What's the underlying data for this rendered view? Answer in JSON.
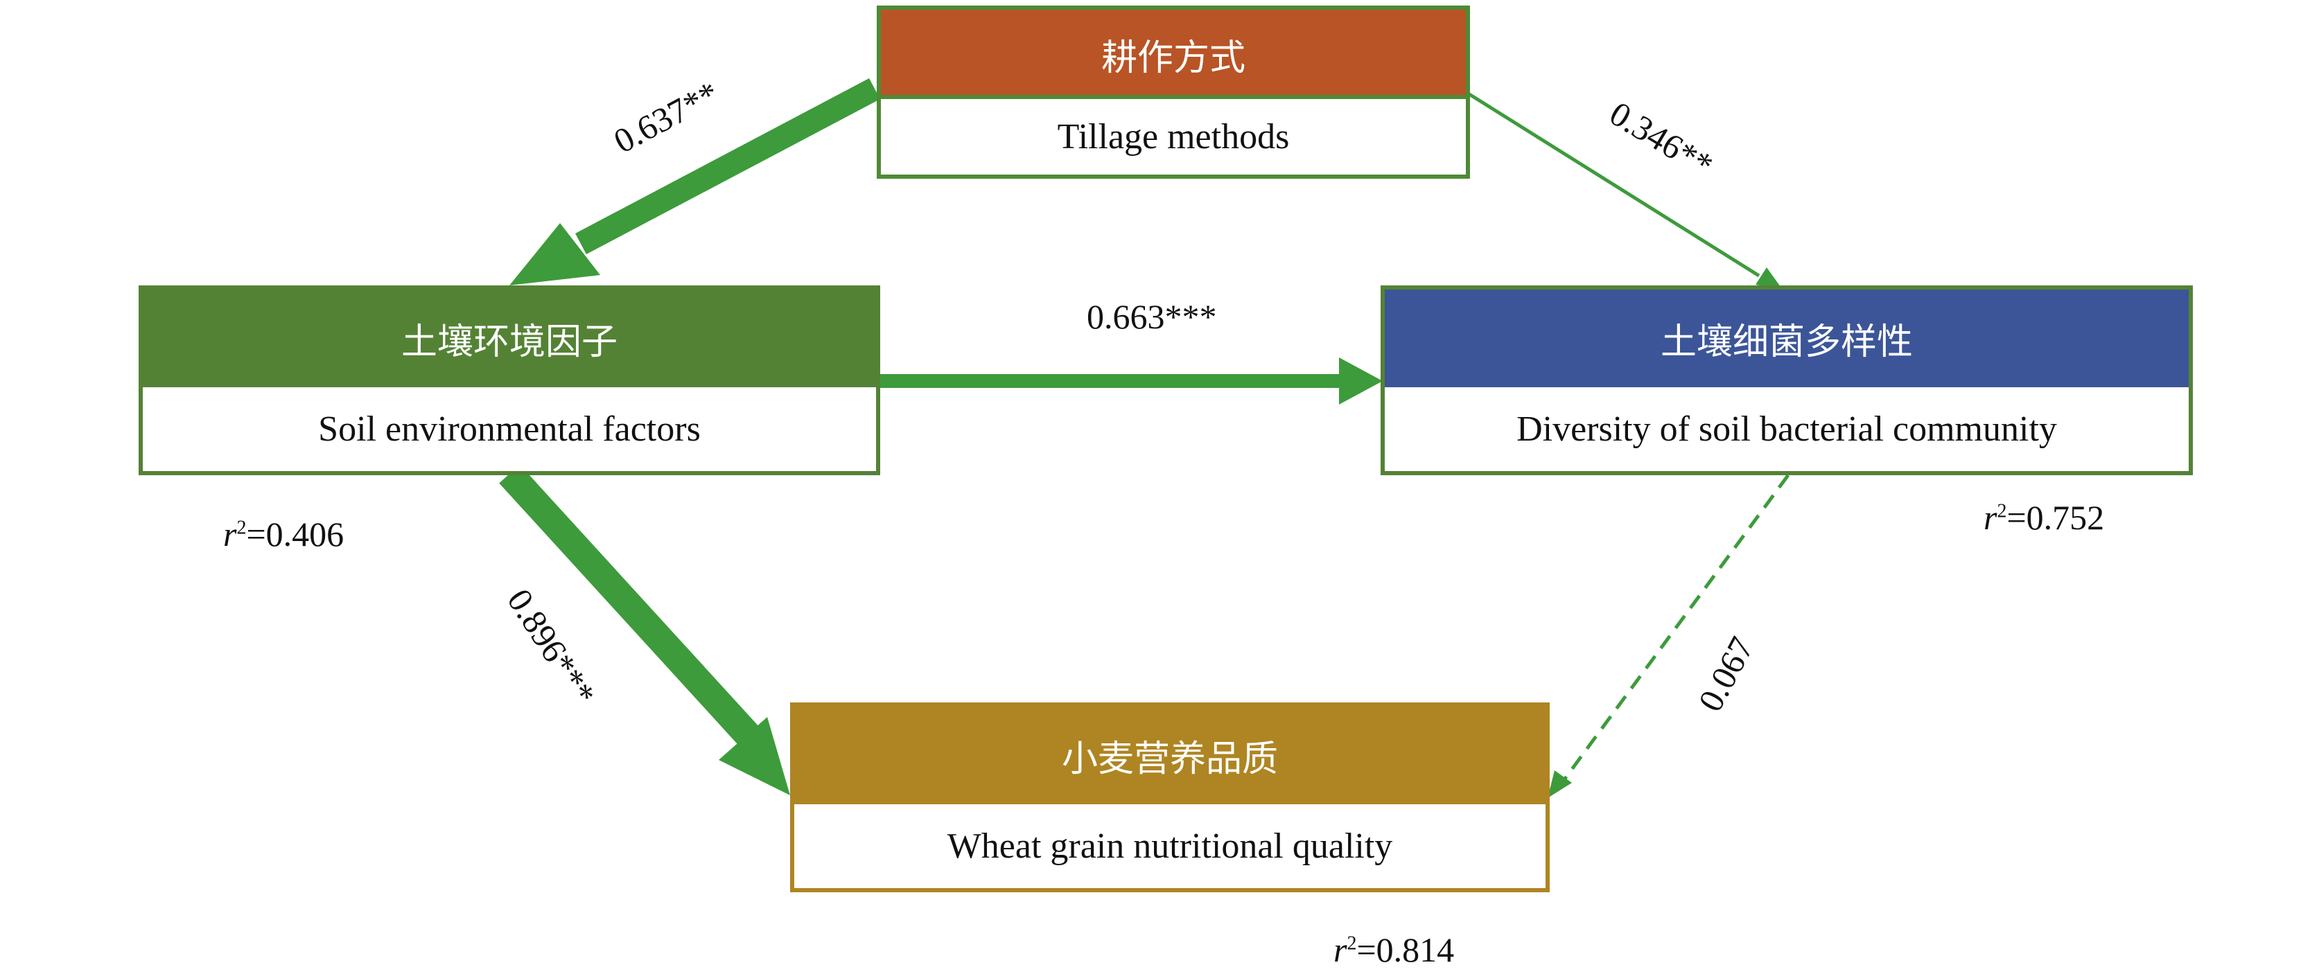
{
  "colors": {
    "arrow": "#3d9b3b",
    "tillage_head": "#b85426",
    "tillage_border": "#4f8a35",
    "soil_env_head": "#548235",
    "soil_env_border": "#548235",
    "bacteria_head": "#3b5598",
    "bacteria_border": "#548235",
    "wheat_head": "#ae8522",
    "wheat_border": "#ae8522"
  },
  "nodes": {
    "tillage": {
      "zh": "耕作方式",
      "en": "Tillage methods"
    },
    "soil_env": {
      "zh": "土壤环境因子",
      "en": "Soil environmental factors",
      "r2_value": "=0.406"
    },
    "bacteria": {
      "zh": "土壤细菌多样性",
      "en": "Diversity of soil bacterial community",
      "r2_value": "=0.752"
    },
    "wheat": {
      "zh": "小麦营养品质",
      "en": "Wheat grain nutritional quality",
      "r2_value": "=0.814"
    }
  },
  "r2_symbol": "r",
  "r2_sup": "2",
  "paths": [
    {
      "from": "tillage",
      "to": "soil_env",
      "label": "0.637**",
      "significant": true
    },
    {
      "from": "tillage",
      "to": "bacteria",
      "label": "0.346**",
      "significant": true
    },
    {
      "from": "soil_env",
      "to": "bacteria",
      "label": "0.663***",
      "significant": true
    },
    {
      "from": "soil_env",
      "to": "wheat",
      "label": "0.896***",
      "significant": true
    },
    {
      "from": "bacteria",
      "to": "wheat",
      "label": "0.067",
      "significant": false
    }
  ]
}
